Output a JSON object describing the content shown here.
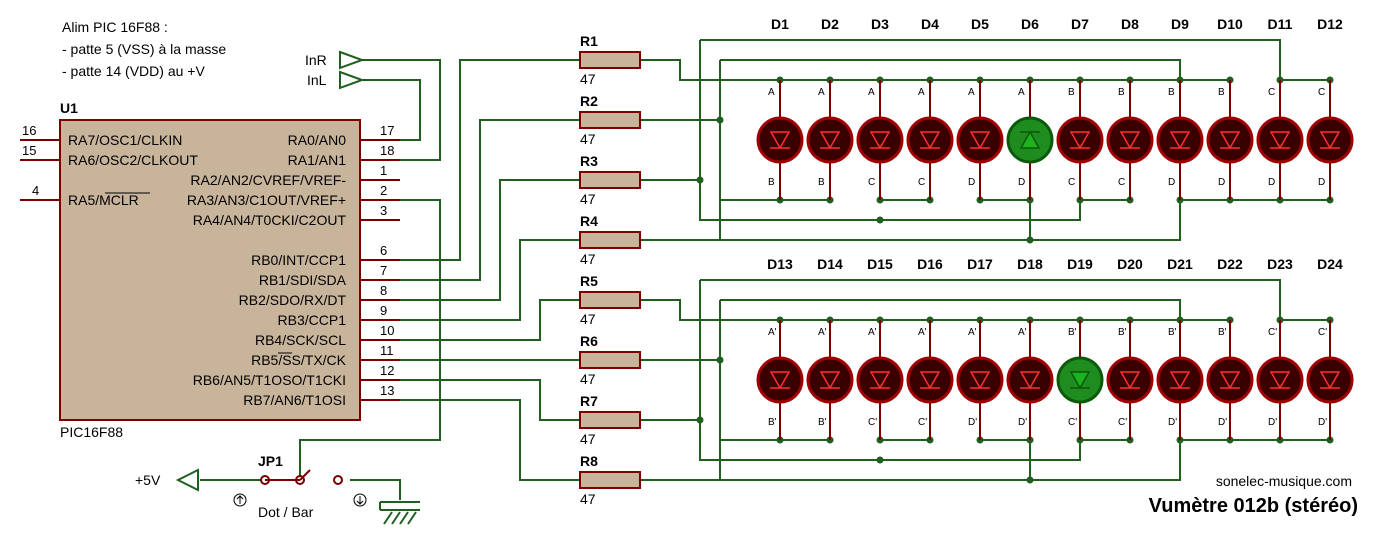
{
  "note": {
    "line1": "Alim PIC 16F88 :",
    "line2": "- patte 5 (VSS) à la masse",
    "line3": "- patte 14 (VDD) au +V"
  },
  "ic": {
    "ref": "U1",
    "part": "PIC16F88",
    "left_pins": [
      {
        "num": "16",
        "label": "RA7/OSC1/CLKIN"
      },
      {
        "num": "15",
        "label": "RA6/OSC2/CLKOUT"
      },
      {
        "num": "4",
        "label": "RA5/MCLR"
      }
    ],
    "right_pins": [
      {
        "num": "17",
        "label": "RA0/AN0"
      },
      {
        "num": "18",
        "label": "RA1/AN1"
      },
      {
        "num": "1",
        "label": "RA2/AN2/CVREF/VREF-"
      },
      {
        "num": "2",
        "label": "RA3/AN3/C1OUT/VREF+"
      },
      {
        "num": "3",
        "label": "RA4/AN4/T0CKI/C2OUT"
      },
      {
        "num": "6",
        "label": "RB0/INT/CCP1"
      },
      {
        "num": "7",
        "label": "RB1/SDI/SDA"
      },
      {
        "num": "8",
        "label": "RB2/SDO/RX/DT"
      },
      {
        "num": "9",
        "label": "RB3/CCP1"
      },
      {
        "num": "10",
        "label": "RB4/SCK/SCL"
      },
      {
        "num": "11",
        "label": "RB5/SS/TX/CK"
      },
      {
        "num": "12",
        "label": "RB6/AN5/T1OSO/T1CKI"
      },
      {
        "num": "13",
        "label": "RB7/AN6/T1OSI"
      }
    ]
  },
  "inputs": {
    "inR": "InR",
    "inL": "InL"
  },
  "resistors": [
    {
      "ref": "R1",
      "value": "47"
    },
    {
      "ref": "R2",
      "value": "47"
    },
    {
      "ref": "R3",
      "value": "47"
    },
    {
      "ref": "R4",
      "value": "47"
    },
    {
      "ref": "R5",
      "value": "47"
    },
    {
      "ref": "R6",
      "value": "47"
    },
    {
      "ref": "R7",
      "value": "47"
    },
    {
      "ref": "R8",
      "value": "47"
    }
  ],
  "leds_top": {
    "labels": [
      "D1",
      "D2",
      "D3",
      "D4",
      "D5",
      "D6",
      "D7",
      "D8",
      "D9",
      "D10",
      "D11",
      "D12"
    ],
    "top_pins": [
      "A",
      "A",
      "A",
      "A",
      "A",
      "A",
      "B",
      "B",
      "B",
      "B",
      "C",
      "C"
    ],
    "bottom_pins": [
      "B",
      "B",
      "C",
      "C",
      "D",
      "D",
      "C",
      "C",
      "D",
      "D",
      "D",
      "D"
    ],
    "lit_index": 5
  },
  "leds_bottom": {
    "labels": [
      "D13",
      "D14",
      "D15",
      "D16",
      "D17",
      "D18",
      "D19",
      "D20",
      "D21",
      "D22",
      "D23",
      "D24"
    ],
    "top_pins": [
      "A'",
      "A'",
      "A'",
      "A'",
      "A'",
      "A'",
      "B'",
      "B'",
      "B'",
      "B'",
      "C'",
      "C'"
    ],
    "bottom_pins": [
      "B'",
      "B'",
      "C'",
      "C'",
      "D'",
      "D'",
      "C'",
      "C'",
      "D'",
      "D'",
      "D'",
      "D'"
    ],
    "lit_index": 6
  },
  "jumper": {
    "ref": "JP1",
    "label": "Dot / Bar",
    "supply": "+5V"
  },
  "colors": {
    "wire": "#1f5f1f",
    "component": "#7a0000",
    "resistor_fill": "#c8b49a",
    "ic_fill": "#c8b49a",
    "led_off": "#3a0000",
    "led_on": "#1db31d"
  },
  "credit": "sonelec-musique.com",
  "title": "Vumètre 012b (stéréo)"
}
